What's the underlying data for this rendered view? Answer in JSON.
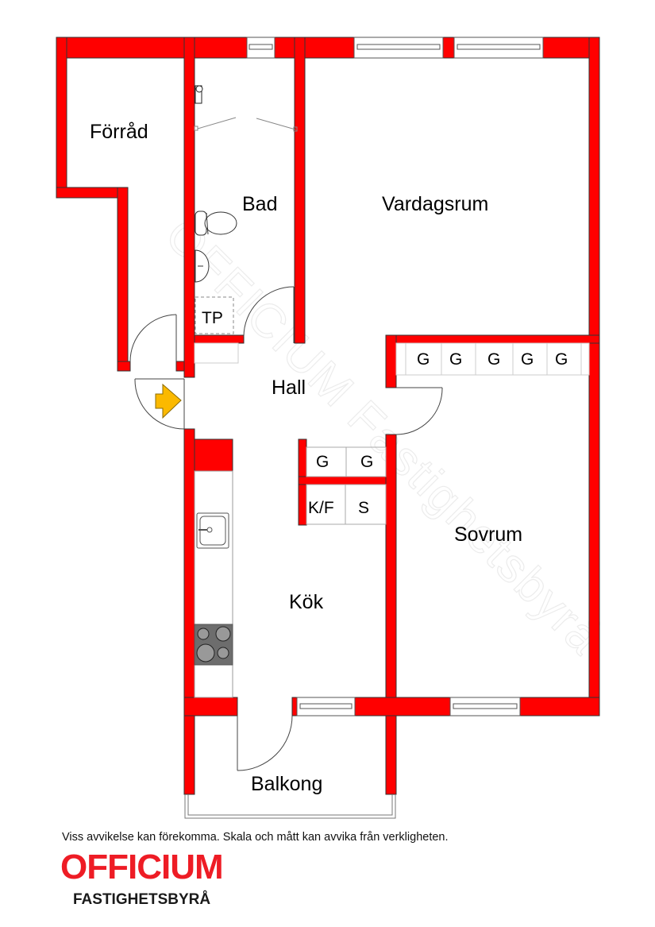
{
  "colors": {
    "wall": "#ff0000",
    "wall_stroke": "#333333",
    "entrance_arrow": "#fbb900",
    "brand": "#ee1c25",
    "stove": "#6d6d6d"
  },
  "rooms": {
    "forrad": "Förråd",
    "bad": "Bad",
    "vardagsrum": "Vardagsrum",
    "hall": "Hall",
    "sovrum": "Sovrum",
    "kok": "Kök",
    "balkong": "Balkong"
  },
  "fixtures": {
    "tp": "TP",
    "wardrobes_sovrum": [
      "G",
      "G",
      "G",
      "G",
      "G"
    ],
    "wardrobes_hall": [
      "G",
      "G"
    ],
    "kf": "K/F",
    "s": "S"
  },
  "icons": [
    "entrance-arrow-icon",
    "toilet-icon",
    "sink-icon",
    "shower-icon",
    "kitchen-sink-icon",
    "stove-icon"
  ],
  "watermark": "OFFICIUM Fastighetsbyrå",
  "footer": {
    "disclaimer": "Viss avvikelse kan förekomma. Skala och mått kan avvika från verkligheten.",
    "brand": "OFFICIUM",
    "brand_sub": "FASTIGHETSBYRÅ"
  }
}
